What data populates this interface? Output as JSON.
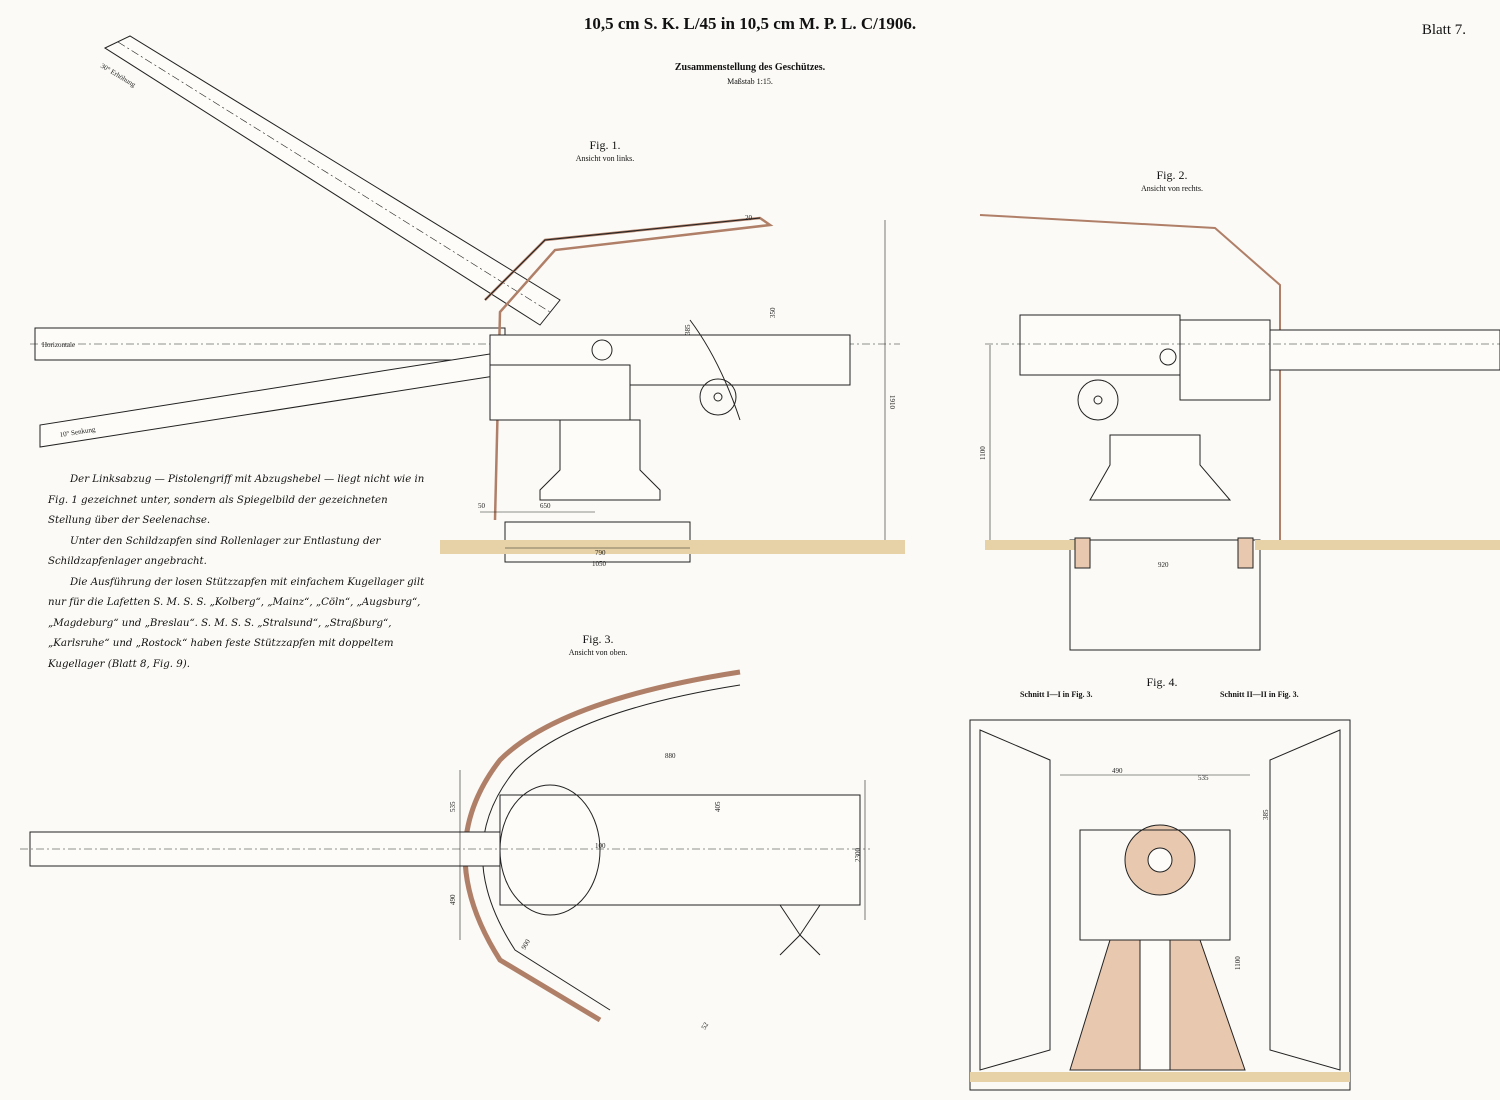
{
  "header": {
    "title": "10,5 cm S. K. L/45 in 10,5 cm M. P. L. C/1906.",
    "sheet": "Blatt 7.",
    "subtitle": "Zusammenstellung des Geschützes.",
    "scale": "Maßstab 1:15."
  },
  "figures": [
    {
      "label": "Fig. 1.",
      "caption": "Ansicht von links."
    },
    {
      "label": "Fig. 2.",
      "caption": "Ansicht von rechts."
    },
    {
      "label": "Fig. 3.",
      "caption": "Ansicht von oben."
    },
    {
      "label": "Fig. 4.",
      "section_left": "Schnitt I—I in Fig. 3.",
      "section_right": "Schnitt II—II in Fig. 3."
    }
  ],
  "barrel_labels": {
    "elevation": "30° Erhöhung",
    "horizontal": "Horizontale",
    "depression": "10° Senkung"
  },
  "dimensions": {
    "fig1": [
      "20",
      "385",
      "350",
      "1910",
      "50",
      "650",
      "790",
      "1050"
    ],
    "fig2": [
      "1100",
      "920"
    ],
    "fig3": [
      "880",
      "535",
      "405",
      "2300",
      "100",
      "490",
      "900",
      "52"
    ],
    "fig4": [
      "490",
      "535",
      "385",
      "1100"
    ]
  },
  "note": [
    "Der Linksabzug — Pistolengriff mit Abzugshebel — liegt nicht wie in Fig. 1 gezeichnet unter, sondern als Spiegelbild der gezeichneten Stellung über der Seelenachse.",
    "Unter den Schildzapfen sind Rollenlager zur Entlastung der Schildzapfenlager angebracht.",
    "Die Ausführung der losen Stützzapfen mit einfachem Kugellager gilt nur für die Lafetten S. M. S. S. „Kolberg“, „Mainz“, „Cöln“, „Augsburg“, „Magdeburg“ und „Breslau“. S. M. S. S. „Stralsund“, „Straßburg“, „Karlsruhe“ und „Rostock“ haben feste Stützzapfen mit doppeltem Kugellager (Blatt 8, Fig. 9)."
  ],
  "colors": {
    "paper": "#fbfaf6",
    "ink": "#222222",
    "bronze": "#e8c9b0",
    "deck": "#e6d2a6"
  }
}
